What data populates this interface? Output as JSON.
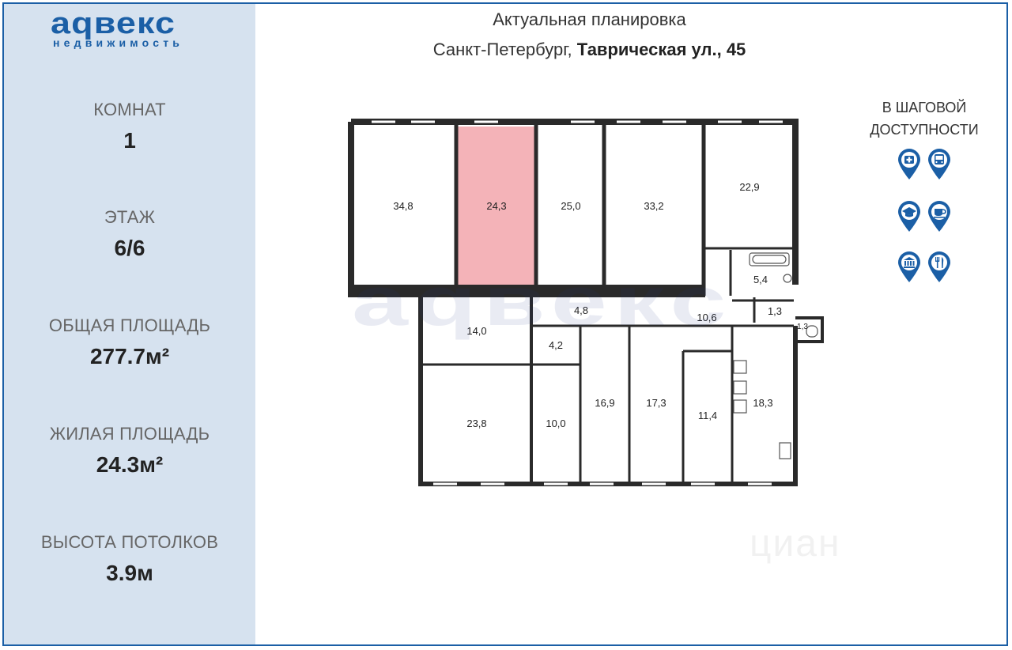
{
  "brand": {
    "name": "аqвекс",
    "sub": "недвижимость",
    "color": "#1b5fa6"
  },
  "stats": [
    {
      "label": "КОМНАТ",
      "value": "1"
    },
    {
      "label": "ЭТАЖ",
      "value": "6/6"
    },
    {
      "label": "ОБЩАЯ ПЛОЩАДЬ",
      "value": "277.7м²"
    },
    {
      "label": "ЖИЛАЯ ПЛОЩАДЬ",
      "value": "24.3м²"
    },
    {
      "label": "ВЫСОТА ПОТОЛКОВ",
      "value": "3.9м"
    }
  ],
  "header": {
    "title": "Актуальная планировка",
    "city": "Санкт-Петербург,",
    "address": "Таврическая ул., 45"
  },
  "walking": {
    "title_line1": "В ШАГОВОЙ",
    "title_line2": "ДОСТУПНОСТИ",
    "pins": [
      "medical-icon",
      "bus-icon",
      "school-icon",
      "cafe-icon",
      "museum-icon",
      "restaurant-icon"
    ]
  },
  "rooms": [
    {
      "id": "r1",
      "area": "34,8"
    },
    {
      "id": "r2",
      "area": "24,3",
      "highlight": true
    },
    {
      "id": "r3",
      "area": "25,0"
    },
    {
      "id": "r4",
      "area": "33,2"
    },
    {
      "id": "r5",
      "area": "22,9"
    },
    {
      "id": "r6",
      "area": "5,4"
    },
    {
      "id": "r7",
      "area": "1,3"
    },
    {
      "id": "r8",
      "area": "1,3"
    },
    {
      "id": "r9",
      "area": "4,8"
    },
    {
      "id": "r10",
      "area": "10,6"
    },
    {
      "id": "r11",
      "area": "14,0"
    },
    {
      "id": "r12",
      "area": "4,2"
    },
    {
      "id": "r13",
      "area": "23,8"
    },
    {
      "id": "r14",
      "area": "10,0"
    },
    {
      "id": "r15",
      "area": "16,9"
    },
    {
      "id": "r16",
      "area": "17,3"
    },
    {
      "id": "r17",
      "area": "11,4"
    },
    {
      "id": "r18",
      "area": "18,3"
    }
  ],
  "watermarks": {
    "agency": "аqвекс",
    "portal": "циан"
  },
  "colors": {
    "wall": "#2a2a2a",
    "highlight": "#f4b3b8",
    "pin": "#1b5fa6"
  }
}
